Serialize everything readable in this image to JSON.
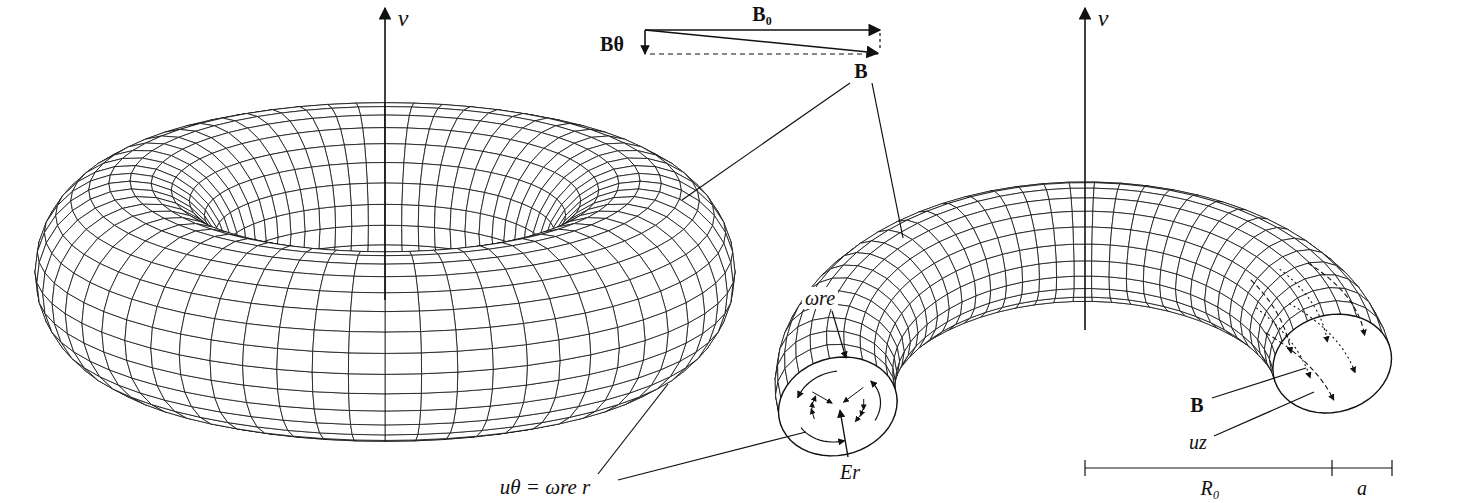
{
  "diagram": {
    "labels": [
      "ν",
      "ν",
      "B₀",
      "Bθ",
      "B",
      "ωre",
      "Er",
      "uθ = ωre r",
      "B",
      "uz",
      "R₀",
      "a"
    ]
  }
}
